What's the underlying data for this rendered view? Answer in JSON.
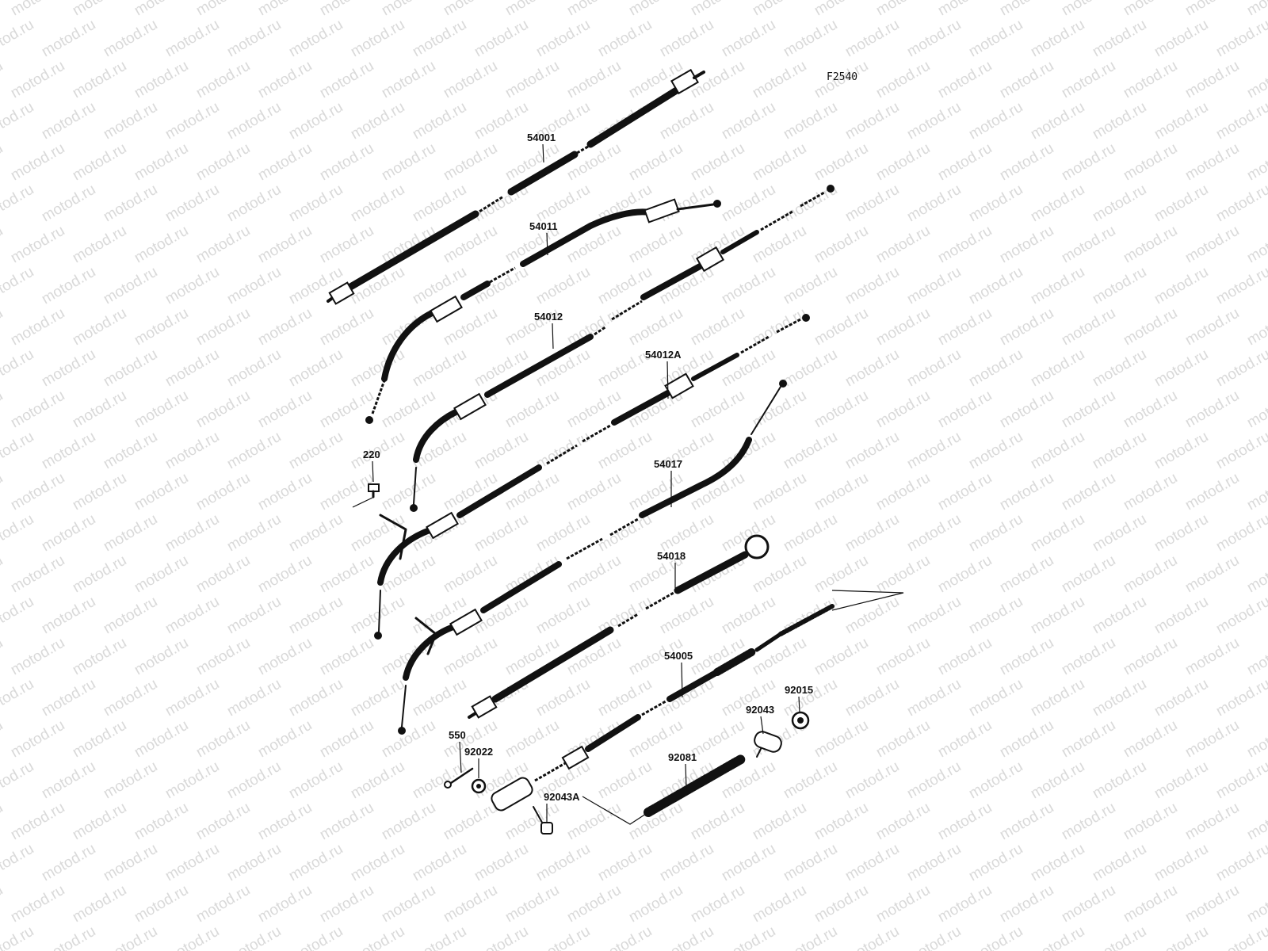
{
  "figure_id": "F2540",
  "watermark": "motod.ru",
  "colors": {
    "ink": "#111111",
    "watermark": "#d9d9d9",
    "background": "#ffffff"
  },
  "parts": [
    {
      "number": "54001"
    },
    {
      "number": "54011"
    },
    {
      "number": "54012"
    },
    {
      "number": "54012A"
    },
    {
      "number": "220"
    },
    {
      "number": "54017"
    },
    {
      "number": "54018"
    },
    {
      "number": "54005"
    },
    {
      "number": "92015"
    },
    {
      "number": "92043"
    },
    {
      "number": "92081"
    },
    {
      "number": "550"
    },
    {
      "number": "92022"
    },
    {
      "number": "92043A"
    }
  ]
}
